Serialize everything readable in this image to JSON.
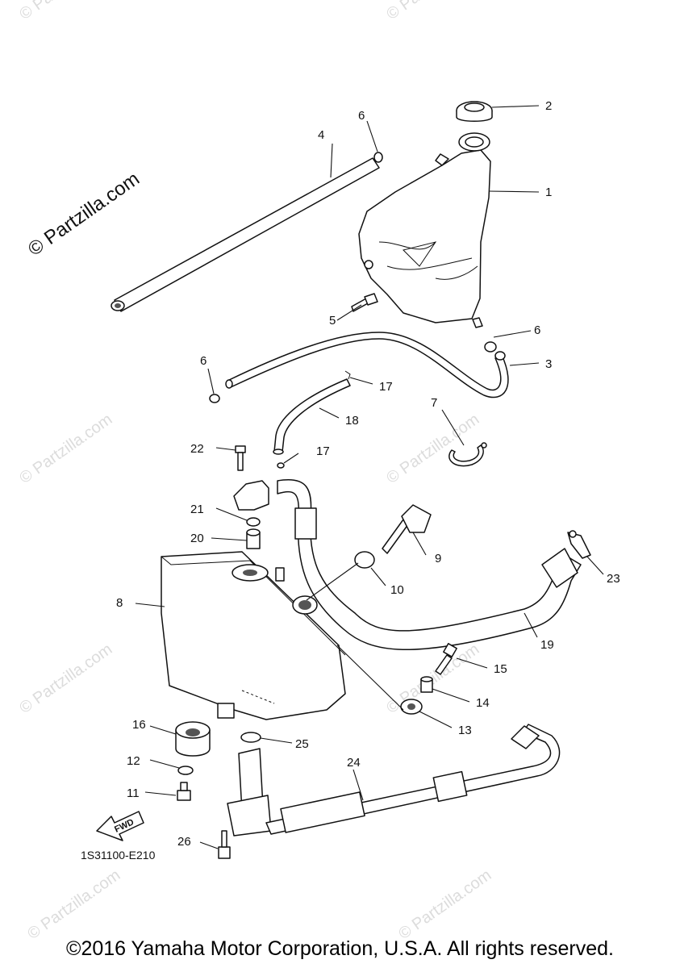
{
  "watermark": {
    "main": "© Partzilla.com",
    "faint": "© Partzilla.com"
  },
  "diagram_code": "1S31100-E210",
  "fwd_label": "FWD",
  "copyright": "©2016 Yamaha Motor Corporation, U.S.A. All rights reserved.",
  "callouts": [
    "1",
    "2",
    "3",
    "4",
    "5",
    "6",
    "6",
    "6",
    "7",
    "8",
    "9",
    "10",
    "11",
    "12",
    "13",
    "14",
    "15",
    "16",
    "17",
    "17",
    "18",
    "19",
    "20",
    "21",
    "22",
    "23",
    "24",
    "25",
    "26"
  ]
}
